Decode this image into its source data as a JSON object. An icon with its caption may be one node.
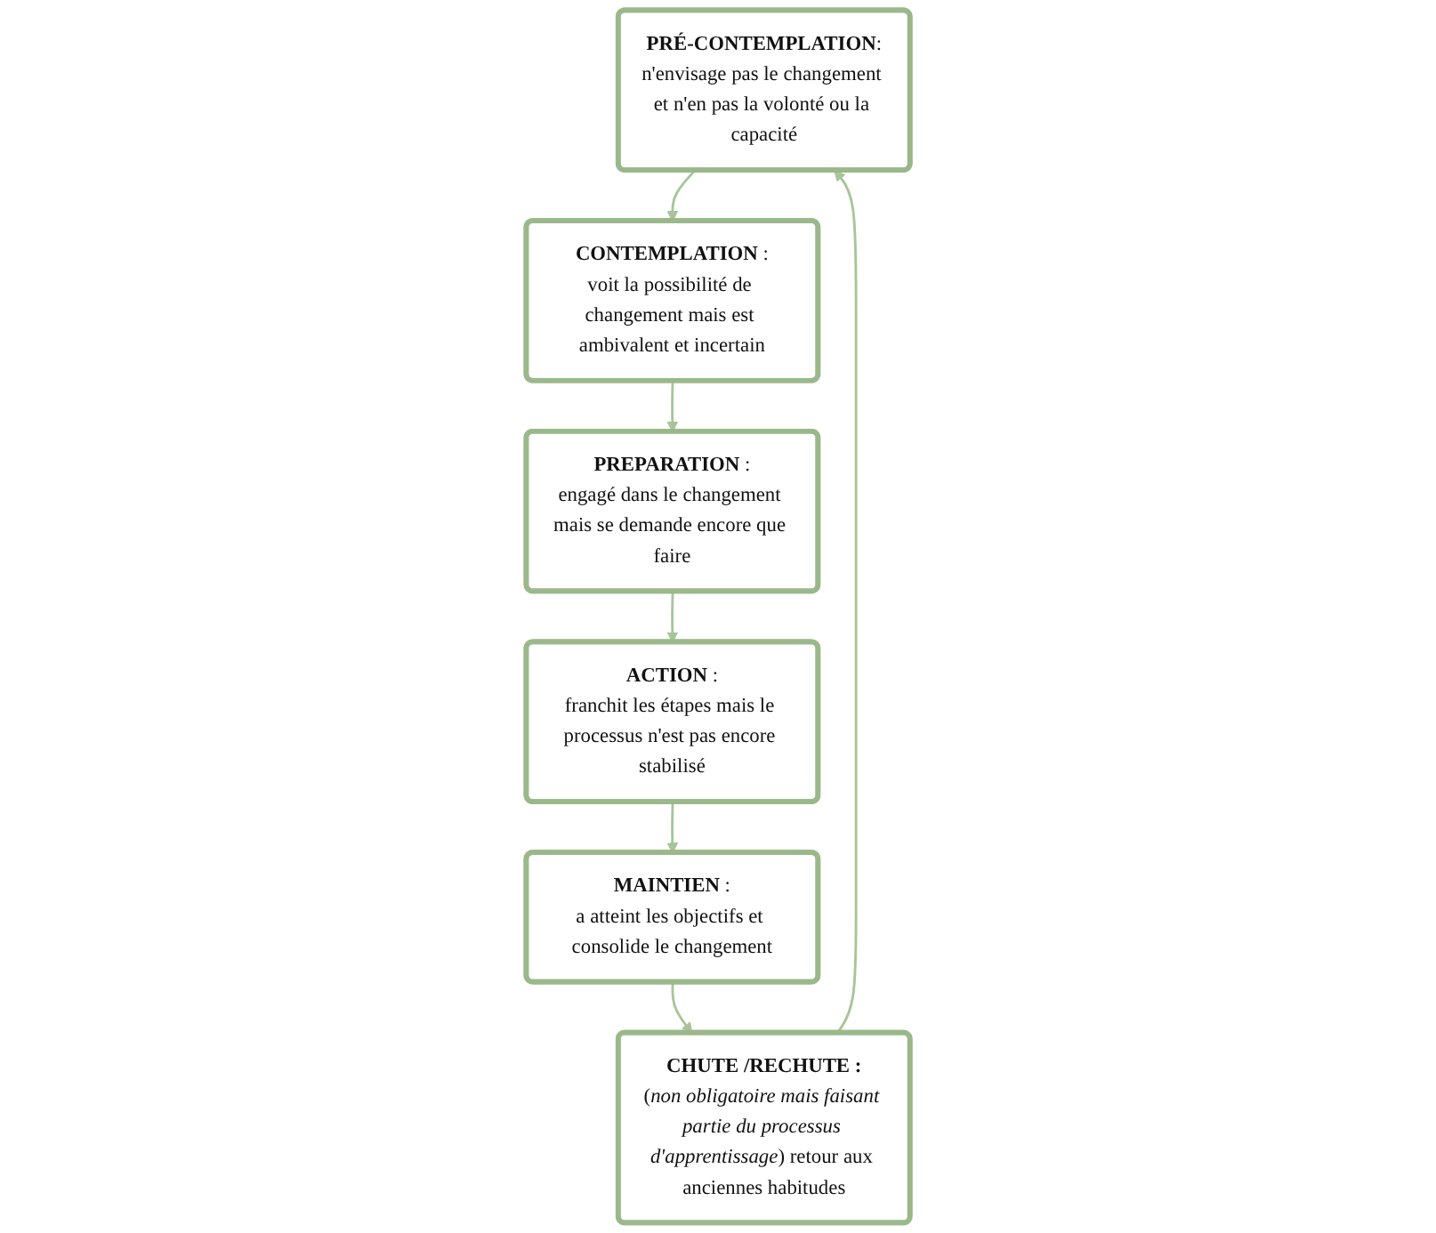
{
  "diagram": {
    "nodes": [
      {
        "text": [
          "**PRÉ-CONTEMPLATION**:",
          "n'envisage pas le changement et n'en pas la volonté ou la capacité"
        ]
      },
      {
        "text": [
          "**CHUTE /RECHUTE :**",
          "(*non obligatoire mais faisant partie du processus d'apprentissage*) retour aux anciennes habitudes"
        ]
      },
      {
        "text": [
          "**CONTEMPLATION** :",
          "voit la possibilité de changement mais est ambivalent et incertain"
        ]
      },
      {
        "text": [
          "**MAINTIEN** :",
          "a atteint les objectifs et consolide le changement"
        ]
      },
      {
        "text": [
          "**PREPARATION** :",
          "engagé dans le changement mais se demande encore que faire"
        ]
      },
      {
        "text": [
          "**ACTION** :",
          "franchit les étapes mais le processus n'est pas encore stabilisé"
        ]
      }
    ],
    "edges": [
      {
        "from": 0,
        "to": 2,
        "arrow": "to"
      },
      {
        "from": 2,
        "to": 4,
        "arrow": "to"
      },
      {
        "from": 4,
        "to": 5,
        "arrow": "to"
      },
      {
        "from": 5,
        "to": 3,
        "arrow": "to"
      },
      {
        "from": 3,
        "to": 1,
        "arrow": "to"
      },
      {
        "from": 1,
        "to": 0,
        "arrow": "to"
      }
    ]
  }
}
